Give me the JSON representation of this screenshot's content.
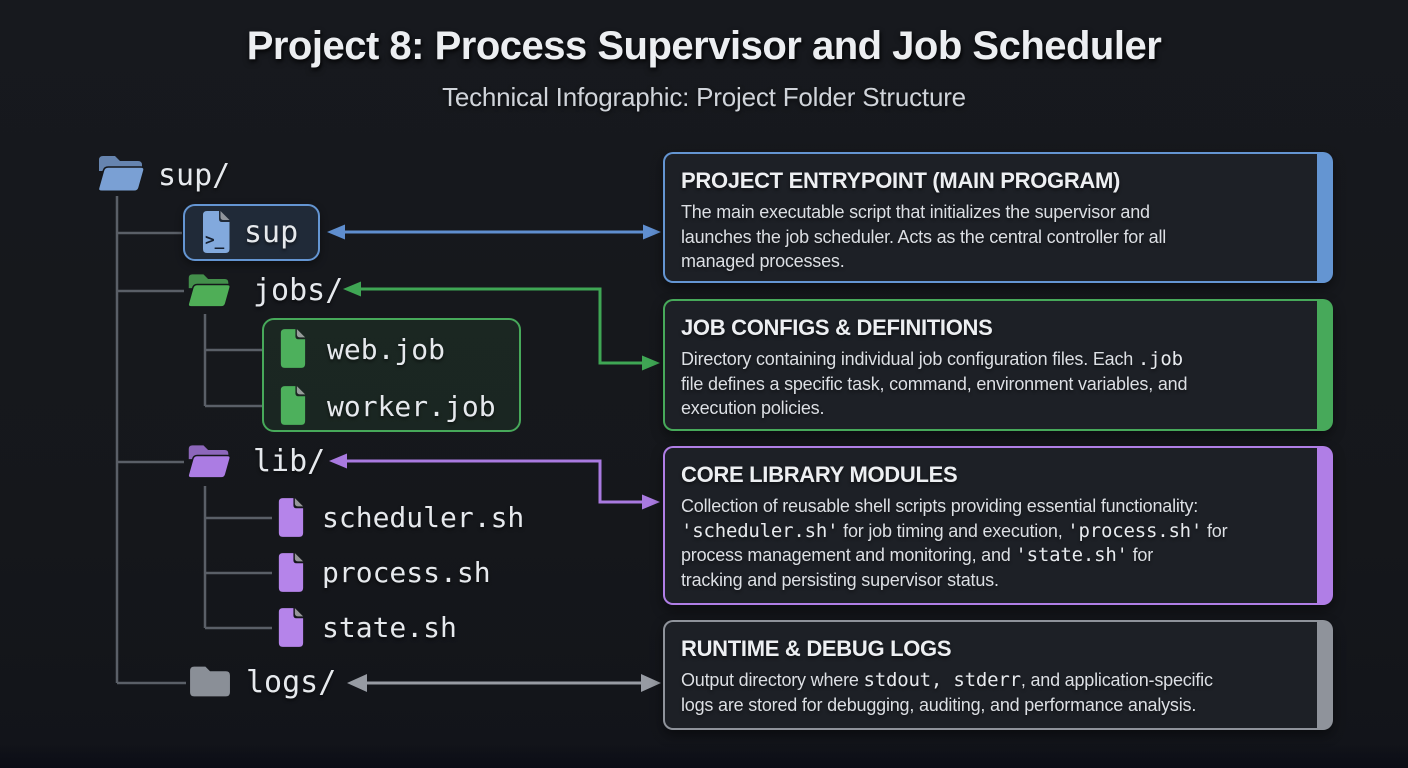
{
  "header": {
    "title": "Project 8: Process Supervisor and Job Scheduler",
    "subtitle": "Technical Infographic: Project Folder Structure"
  },
  "colors": {
    "background": "#15171b",
    "blue": "#6495d2",
    "green": "#47a95a",
    "purple": "#b07ee6",
    "gray": "#8f939b",
    "tree_line": "#5a5f67",
    "callout_background": "#1d2026",
    "text_primary": "#edeff2",
    "text_body": "#dcdfe4"
  },
  "tree": {
    "items": [
      {
        "label": "sup/",
        "type": "open-folder",
        "color": "blue"
      },
      {
        "label": "sup",
        "type": "executable-file",
        "color": "blue"
      },
      {
        "label": "jobs/",
        "type": "open-folder",
        "color": "green"
      },
      {
        "label": "web.job",
        "type": "file",
        "color": "green"
      },
      {
        "label": "worker.job",
        "type": "file",
        "color": "green"
      },
      {
        "label": "lib/",
        "type": "open-folder",
        "color": "purple"
      },
      {
        "label": "scheduler.sh",
        "type": "file",
        "color": "purple"
      },
      {
        "label": "process.sh",
        "type": "file",
        "color": "purple"
      },
      {
        "label": "state.sh",
        "type": "file",
        "color": "purple"
      },
      {
        "label": "logs/",
        "type": "closed-folder",
        "color": "gray"
      }
    ]
  },
  "callouts": [
    {
      "id": "entrypoint",
      "accent": "blue",
      "linked_node": "sup",
      "title": "PROJECT ENTRYPOINT (MAIN PROGRAM)",
      "body": [
        {
          "text": "The main executable script that initializes the supervisor and\nlaunches the job scheduler. Acts as the central controller for all\nmanaged processes.",
          "mono": false
        }
      ]
    },
    {
      "id": "job-configs",
      "accent": "green",
      "linked_node": "jobs/",
      "title": "JOB CONFIGS & DEFINITIONS",
      "body": [
        {
          "text": "Directory containing individual job configuration files. Each ",
          "mono": false
        },
        {
          "text": ".job",
          "mono": true
        },
        {
          "text": "\nfile defines a specific task, command, environment variables, and\nexecution policies.",
          "mono": false
        }
      ]
    },
    {
      "id": "core-library",
      "accent": "purple",
      "linked_node": "lib/",
      "title": "CORE LIBRARY MODULES",
      "body": [
        {
          "text": "Collection of reusable shell scripts providing essential functionality:\n",
          "mono": false
        },
        {
          "text": "'scheduler.sh'",
          "mono": true
        },
        {
          "text": " for job timing and execution, ",
          "mono": false
        },
        {
          "text": "'process.sh'",
          "mono": true
        },
        {
          "text": " for\nprocess management and monitoring, and ",
          "mono": false
        },
        {
          "text": "'state.sh'",
          "mono": true
        },
        {
          "text": " for\ntracking and persisting supervisor status.",
          "mono": false
        }
      ]
    },
    {
      "id": "runtime-logs",
      "accent": "gray",
      "linked_node": "logs/",
      "title": "RUNTIME & DEBUG LOGS",
      "body": [
        {
          "text": "Output directory where ",
          "mono": false
        },
        {
          "text": "stdout, stderr",
          "mono": true
        },
        {
          "text": ", and application-specific\nlogs are stored for debugging, auditing, and performance analysis.",
          "mono": false
        }
      ]
    }
  ],
  "connectors": [
    {
      "from": "sup",
      "to": "entrypoint",
      "color": "blue",
      "arrows": "both"
    },
    {
      "from": "jobs/",
      "to": "job-configs",
      "color": "green",
      "arrows": "both"
    },
    {
      "from": "lib/",
      "to": "core-library",
      "color": "purple",
      "arrows": "both"
    },
    {
      "from": "logs/",
      "to": "runtime-logs",
      "color": "gray",
      "arrows": "both"
    }
  ]
}
